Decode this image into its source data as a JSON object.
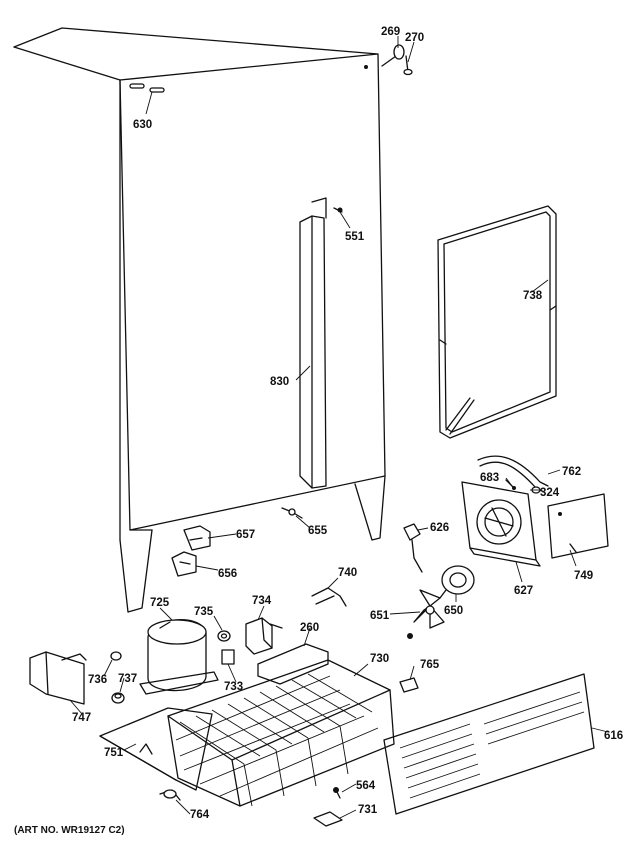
{
  "art_note": "(ART NO. WR19127 C2)",
  "callouts": {
    "p269": "269",
    "p270": "270",
    "p630": "630",
    "p551": "551",
    "p738": "738",
    "p830": "830",
    "p683": "683",
    "p762": "762",
    "p324": "324",
    "p657": "657",
    "p655": "655",
    "p626": "626",
    "p656": "656",
    "p740": "740",
    "p627": "627",
    "p749": "749",
    "p725": "725",
    "p735": "735",
    "p734": "734",
    "p260": "260",
    "p651": "651",
    "p650": "650",
    "p730": "730",
    "p765": "765",
    "p736": "736",
    "p737": "737",
    "p733": "733",
    "p747": "747",
    "p616": "616",
    "p751": "751",
    "p564": "564",
    "p731": "731",
    "p764": "764"
  }
}
